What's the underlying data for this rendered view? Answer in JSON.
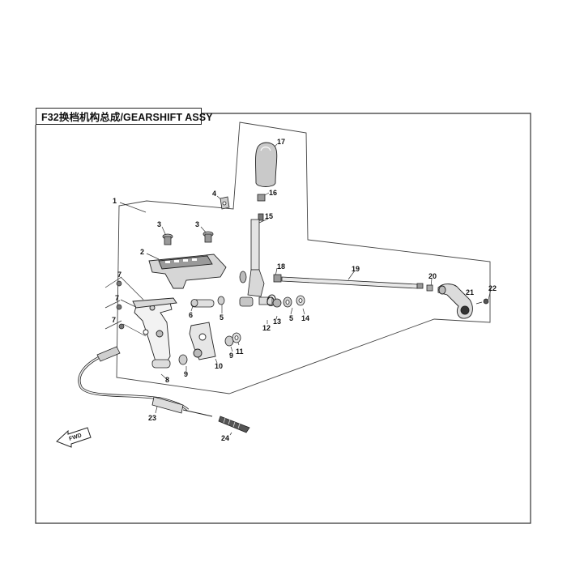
{
  "title": "F32换档机构总成/GEARSHIFT ASSY",
  "fwd_label": "FWD",
  "callouts": {
    "c1": "1",
    "c2": "2",
    "c3a": "3",
    "c3b": "3",
    "c4": "4",
    "c5a": "5",
    "c5b": "5",
    "c6": "6",
    "c7a": "7",
    "c7b": "7",
    "c7c": "7",
    "c8": "8",
    "c9a": "9",
    "c9b": "9",
    "c10": "10",
    "c11": "11",
    "c12": "12",
    "c13": "13",
    "c14": "14",
    "c15": "15",
    "c16": "16",
    "c17": "17",
    "c18": "18",
    "c19": "19",
    "c20": "20",
    "c21": "21",
    "c22": "22",
    "c23": "23",
    "c24": "24"
  }
}
